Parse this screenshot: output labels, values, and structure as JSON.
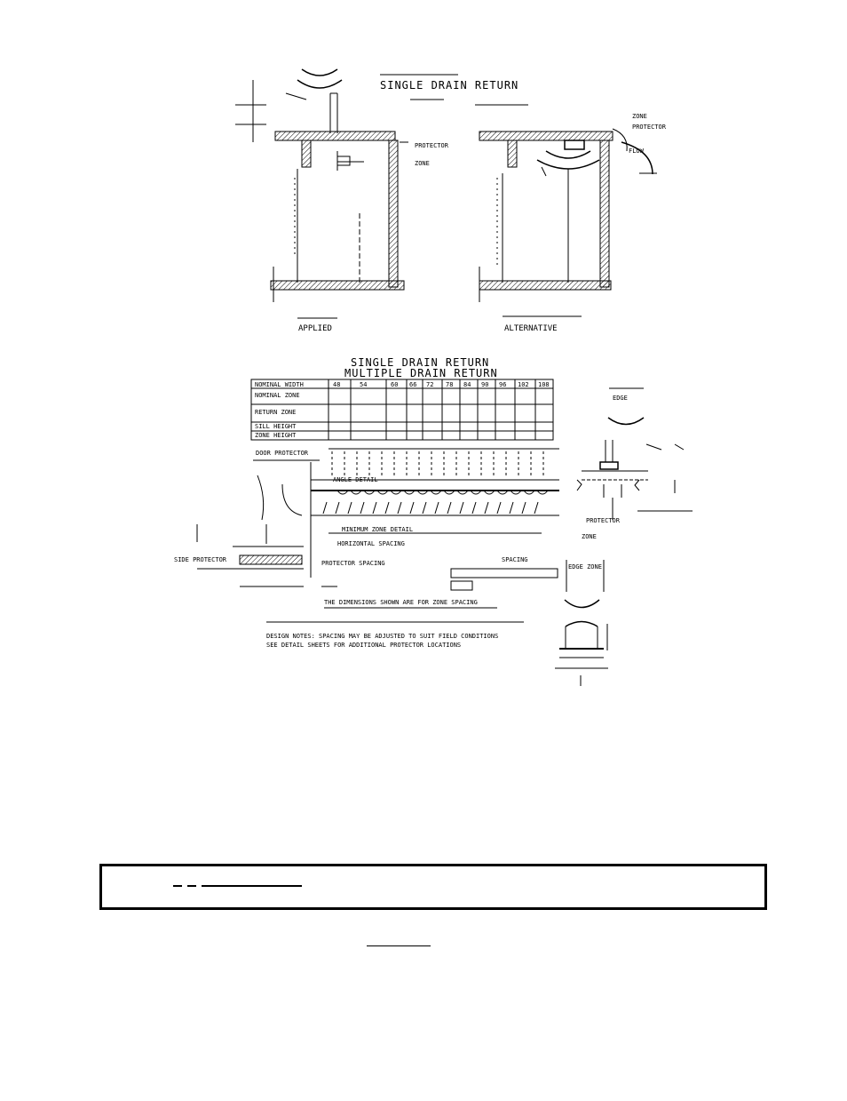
{
  "drawing": {
    "top_title": "SINGLE DRAIN RETURN",
    "left_view_label": "APPLIED",
    "right_view_label": "ALTERNATIVE",
    "left_callout": "PROTECTOR",
    "left_callout_sub": "ZONE",
    "right_callout": "ZONE",
    "right_callout_sub": "PROTECTOR",
    "right_callout_small": "FLOW",
    "table_title_line1": "SINGLE DRAIN RETURN",
    "table_title_line2": "MULTIPLE DRAIN RETURN",
    "table_header_first": "NOMINAL WIDTH",
    "table_header_cols": [
      "48",
      "54",
      "60",
      "66",
      "72",
      "78",
      "84",
      "90",
      "96",
      "102",
      "108"
    ],
    "table_row_labels": [
      "NOMINAL ZONE",
      "RETURN ZONE",
      "SILL HEIGHT",
      "ZONE HEIGHT"
    ],
    "strip_label": "DOOR PROTECTOR",
    "strip_sublabel": "ANGLE DETAIL",
    "right_detail_label": "EDGE",
    "right_detail_callout": "PROTECTOR",
    "right_detail_callout_sub": "ZONE",
    "lower_note_1": "MINIMUM ZONE DETAIL",
    "lower_note_2": "HORIZONTAL SPACING",
    "lower_note_3": "PROTECTOR SPACING",
    "lower_note_4": "SPACING",
    "lower_note_5": "EDGE ZONE",
    "left_side_label": "SIDE PROTECTOR",
    "general_note": "THE DIMENSIONS SHOWN ARE FOR ZONE SPACING",
    "footnote_line1": "DESIGN NOTES: SPACING MAY BE ADJUSTED TO SUIT FIELD CONDITIONS",
    "footnote_line2": "SEE DETAIL SHEETS FOR ADDITIONAL PROTECTOR LOCATIONS"
  },
  "caption": {
    "text": ""
  }
}
